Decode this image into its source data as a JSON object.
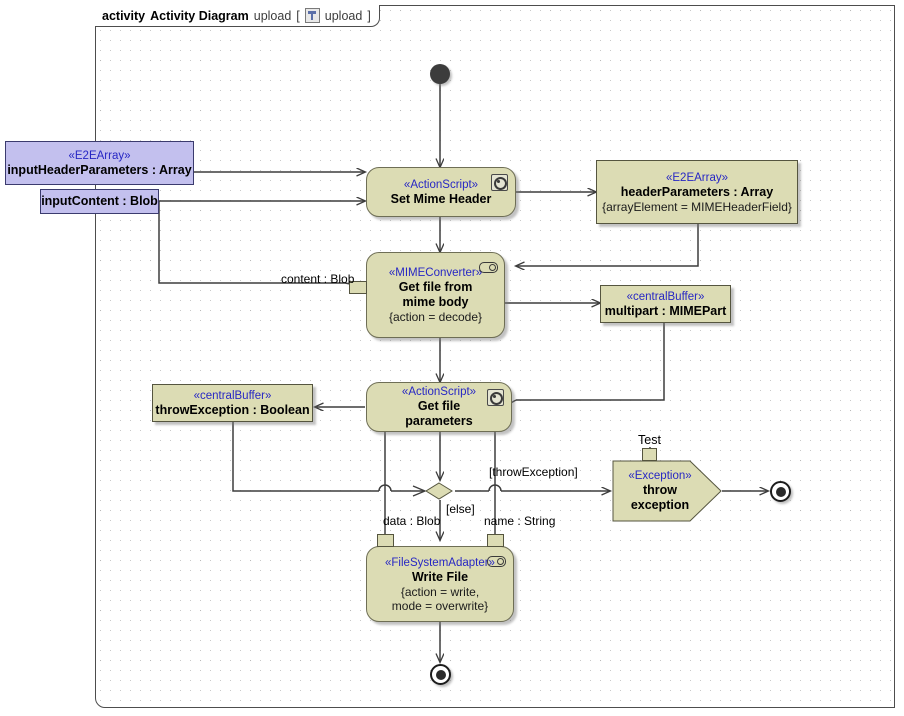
{
  "frame": {
    "keyword": "activity",
    "type_label": "Activity Diagram",
    "name": "upload",
    "bracket_open": "[",
    "bracket_close": "]",
    "param_name": "upload",
    "icon": "activity-diagram-icon"
  },
  "colors": {
    "action_fill": "#dcdcb4",
    "action_stroke": "#6e6e55",
    "param_fill": "#c3c0ee",
    "param_stroke": "#3b3b6e",
    "stereotype_text": "#2727c4",
    "edge": "#3d3d3d",
    "frame_stroke": "#4d4d4d",
    "grid_dot": "#c9c9c9"
  },
  "nodes": {
    "initial": {
      "name": "initial-node"
    },
    "input_header_parameters": {
      "stereotype": "«E2EArray»",
      "name": "inputHeaderParameters : Array"
    },
    "input_content": {
      "name": "inputContent : Blob"
    },
    "set_mime_header": {
      "stereotype": "«ActionScript»",
      "name": "Set Mime Header",
      "icon": "gear-icon"
    },
    "header_parameters": {
      "stereotype": "«E2EArray»",
      "name": "headerParameters : Array",
      "props": "{arrayElement = MIMEHeaderField}"
    },
    "get_file_from_mime_body": {
      "stereotype": "«MIMEConverter»",
      "name_line1": "Get file from",
      "name_line2": "mime body",
      "props": "{action = decode}",
      "icon": "pill-icon"
    },
    "multipart": {
      "stereotype": "«centralBuffer»",
      "name": "multipart : MIMEPart"
    },
    "get_file_parameters": {
      "stereotype": "«ActionScript»",
      "name_line1": "Get file",
      "name_line2": "parameters",
      "icon": "gear-icon"
    },
    "throw_exception_buffer": {
      "stereotype": "«centralBuffer»",
      "name": "throwException : Boolean"
    },
    "decision": {
      "name": "decision-node"
    },
    "throw_exception": {
      "stereotype": "«Exception»",
      "name_line1": "throw",
      "name_line2": "exception",
      "pin_label": "Test"
    },
    "write_file": {
      "stereotype": "«FileSystemAdapter»",
      "name": "Write File",
      "props_line1": "{action = write,",
      "props_line2": "mode = overwrite}",
      "icon": "pill-icon"
    },
    "final_main": {
      "name": "activity-final-node"
    },
    "final_exception": {
      "name": "activity-final-node"
    }
  },
  "edge_labels": {
    "content_pin": "content : Blob",
    "guard_throw_exception": "[throwException]",
    "guard_else": "[else]",
    "pin_data": "data : Blob",
    "pin_name": "name : String"
  }
}
